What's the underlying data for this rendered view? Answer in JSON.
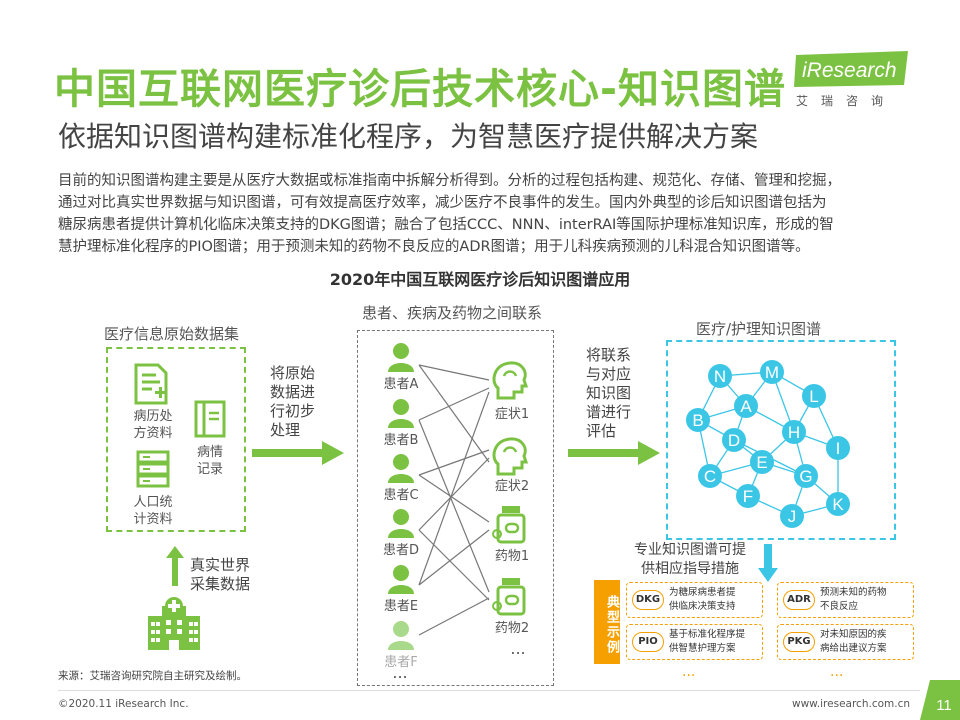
{
  "header": {
    "title": "中国互联网医疗诊后技术核心-知识图谱",
    "logo_text": "iResearch",
    "logo_cn": "艾瑞咨询",
    "subtitle": "依据知识图谱构建标准化程序，为智慧医疗提供解决方案"
  },
  "intro": {
    "lines": [
      "目前的知识图谱构建主要是从医疗大数据或标准指南中拆解分析得到。分析的过程包括构建、规范化、存储、管理和挖掘，",
      "通过对比真实世界数据与知识图谱，可有效提高医疗效率，减少医疗不良事件的发生。国内外典型的诊后知识图谱包括为",
      "糖尿病患者提供计算机化临床决策支持的DKG图谱；融合了包括CCC、NNN、interRAI等国际护理标准知识库，形成的智",
      "慧护理标准化程序的PIO图谱；用于预测未知的药物不良反应的ADR图谱；用于儿科疾病预测的儿科混合知识图谱等。"
    ]
  },
  "diagram": {
    "title": "2020年中国互联网医疗诊后知识图谱应用",
    "raw_data": {
      "label": "医疗信息原始数据集",
      "items": [
        "病历处方资料",
        "病情记录",
        "人口统计资料"
      ],
      "items_lines": [
        [
          "病历处",
          "方资料"
        ],
        [
          "病情",
          "记录"
        ],
        [
          "人口统",
          "计资料"
        ]
      ]
    },
    "real_world": {
      "lines": [
        "真实世界",
        "采集数据"
      ]
    },
    "step1": {
      "lines": [
        "将原始",
        "数据进",
        "行初步",
        "处理"
      ]
    },
    "links": {
      "label": "患者、疾病及药物之间联系",
      "patients": [
        "患者A",
        "患者B",
        "患者C",
        "患者D",
        "患者E",
        "患者F"
      ],
      "entities": [
        "症状1",
        "症状2",
        "药物1",
        "药物2"
      ],
      "ellipsis_left": "...",
      "ellipsis_right": "..."
    },
    "step2": {
      "lines": [
        "将联系",
        "与对应",
        "知识图",
        "谱进行",
        "评估"
      ]
    },
    "graph": {
      "label": "医疗/护理知识图谱",
      "nodes": [
        "N",
        "M",
        "A",
        "L",
        "B",
        "H",
        "D",
        "I",
        "E",
        "C",
        "G",
        "F",
        "K",
        "J"
      ]
    },
    "guide": {
      "lines": [
        "专业知识图谱可提",
        "供相应指导措施"
      ]
    },
    "typical": {
      "label": "典型示例"
    },
    "examples": [
      {
        "code": "DKG",
        "text": "为糖尿病患者提供临床决策支持"
      },
      {
        "code": "ADR",
        "text": "预测未知的药物不良反应"
      },
      {
        "code": "PIO",
        "text": "基于标准化程序提供智慧护理方案"
      },
      {
        "code": "PKG",
        "text": "对未知原因的疾病给出建议方案"
      }
    ],
    "examples_lines": [
      [
        "为糖尿病患者提",
        "供临床决策支持"
      ],
      [
        "预测未知的药物",
        "不良反应"
      ],
      [
        "基于标准化程序提",
        "供智慧护理方案"
      ],
      [
        "对未知原因的疾",
        "病给出建议方案"
      ]
    ],
    "examples_ellipsis": "..."
  },
  "footer": {
    "source": "来源：艾瑞咨询研究院自主研究及绘制。",
    "copyright": "©2020.11 iResearch Inc.",
    "website": "www.iresearch.com.cn",
    "page_number": "11"
  },
  "colors": {
    "brand_green": "#7cc242",
    "accent_cyan": "#3cc6e6",
    "accent_orange": "#f5a000",
    "page_badge": "#7cc242"
  }
}
